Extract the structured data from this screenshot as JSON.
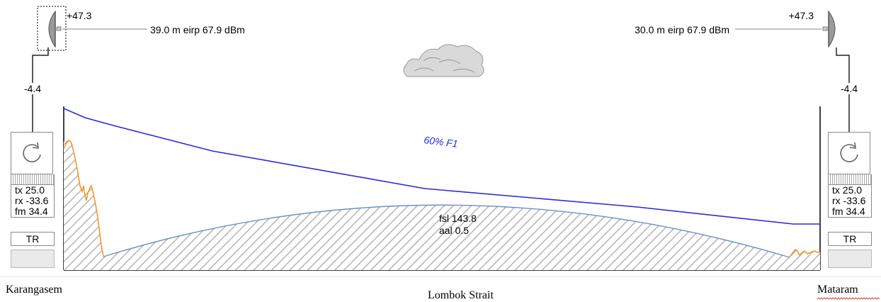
{
  "left_site": {
    "name": "Karangasem",
    "antenna_gain": "+47.3",
    "cable_loss": "-4.4",
    "antenna_info": "39.0 m eirp 67.9 dBm",
    "stats": [
      "tx 25.0",
      "rx -33.6",
      "fm 34.4"
    ],
    "mode": "TR"
  },
  "right_site": {
    "name": "Mataram",
    "antenna_gain": "+47.3",
    "cable_loss": "-4.4",
    "antenna_info": "30.0 m eirp 67.9 dBm",
    "stats": [
      "tx 25.0",
      "rx -33.6",
      "fm 34.4"
    ],
    "mode": "TR"
  },
  "path": {
    "midpoint_name": "Lombok Strait",
    "fresnel_label": "60% F1",
    "fsl": "fsl 143.8",
    "aal": "aal 0.5"
  },
  "colors": {
    "fresnel_line": "#2a2ad8",
    "terrain_line": "#f5901e",
    "earth_curve": "#6b8fc8",
    "hatch": "#b4b4b4"
  },
  "icons": {
    "antenna": "dish-antenna-icon",
    "refresh": "refresh-icon",
    "cloud": "cloud-icon"
  }
}
